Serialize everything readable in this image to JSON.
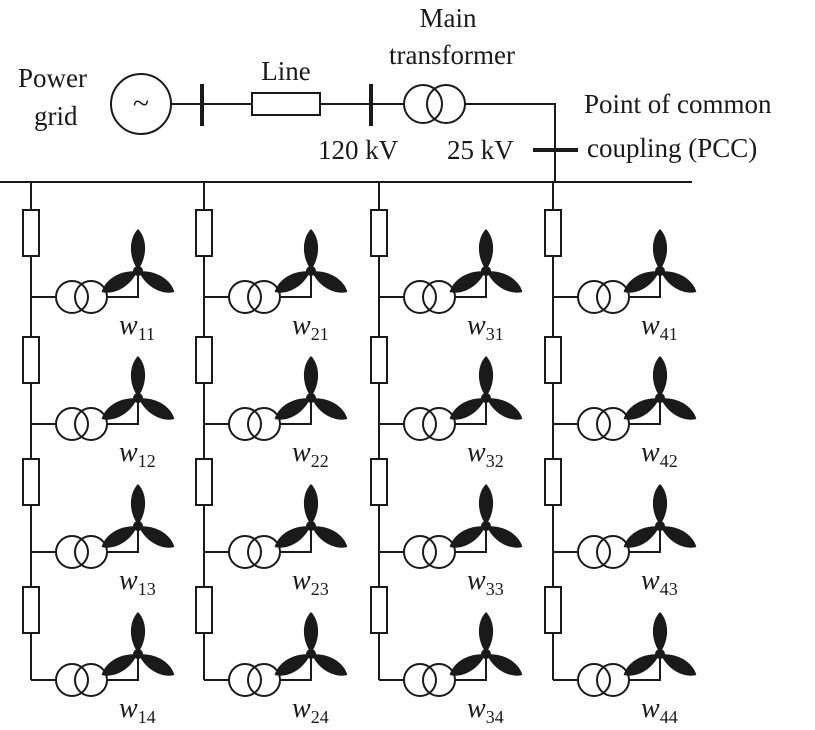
{
  "labels": {
    "power_grid_line1": "Power",
    "power_grid_line2": "grid",
    "source_symbol": "~",
    "line": "Line",
    "main_transformer_line1": "Main",
    "main_transformer_line2": "transformer",
    "voltage_high": "120 kV",
    "voltage_low": "25 kV",
    "pcc_line1": "Point of common",
    "pcc_line2": "coupling (PCC)"
  },
  "feeders": [
    {
      "turbines": [
        {
          "letter": "w",
          "sub": "11"
        },
        {
          "letter": "w",
          "sub": "12"
        },
        {
          "letter": "w",
          "sub": "13"
        },
        {
          "letter": "w",
          "sub": "14"
        }
      ]
    },
    {
      "turbines": [
        {
          "letter": "w",
          "sub": "21"
        },
        {
          "letter": "w",
          "sub": "22"
        },
        {
          "letter": "w",
          "sub": "23"
        },
        {
          "letter": "w",
          "sub": "24"
        }
      ]
    },
    {
      "turbines": [
        {
          "letter": "w",
          "sub": "31"
        },
        {
          "letter": "w",
          "sub": "32"
        },
        {
          "letter": "w",
          "sub": "33"
        },
        {
          "letter": "w",
          "sub": "34"
        }
      ]
    },
    {
      "turbines": [
        {
          "letter": "w",
          "sub": "41"
        },
        {
          "letter": "w",
          "sub": "42"
        },
        {
          "letter": "w",
          "sub": "43"
        },
        {
          "letter": "w",
          "sub": "44"
        }
      ]
    }
  ]
}
